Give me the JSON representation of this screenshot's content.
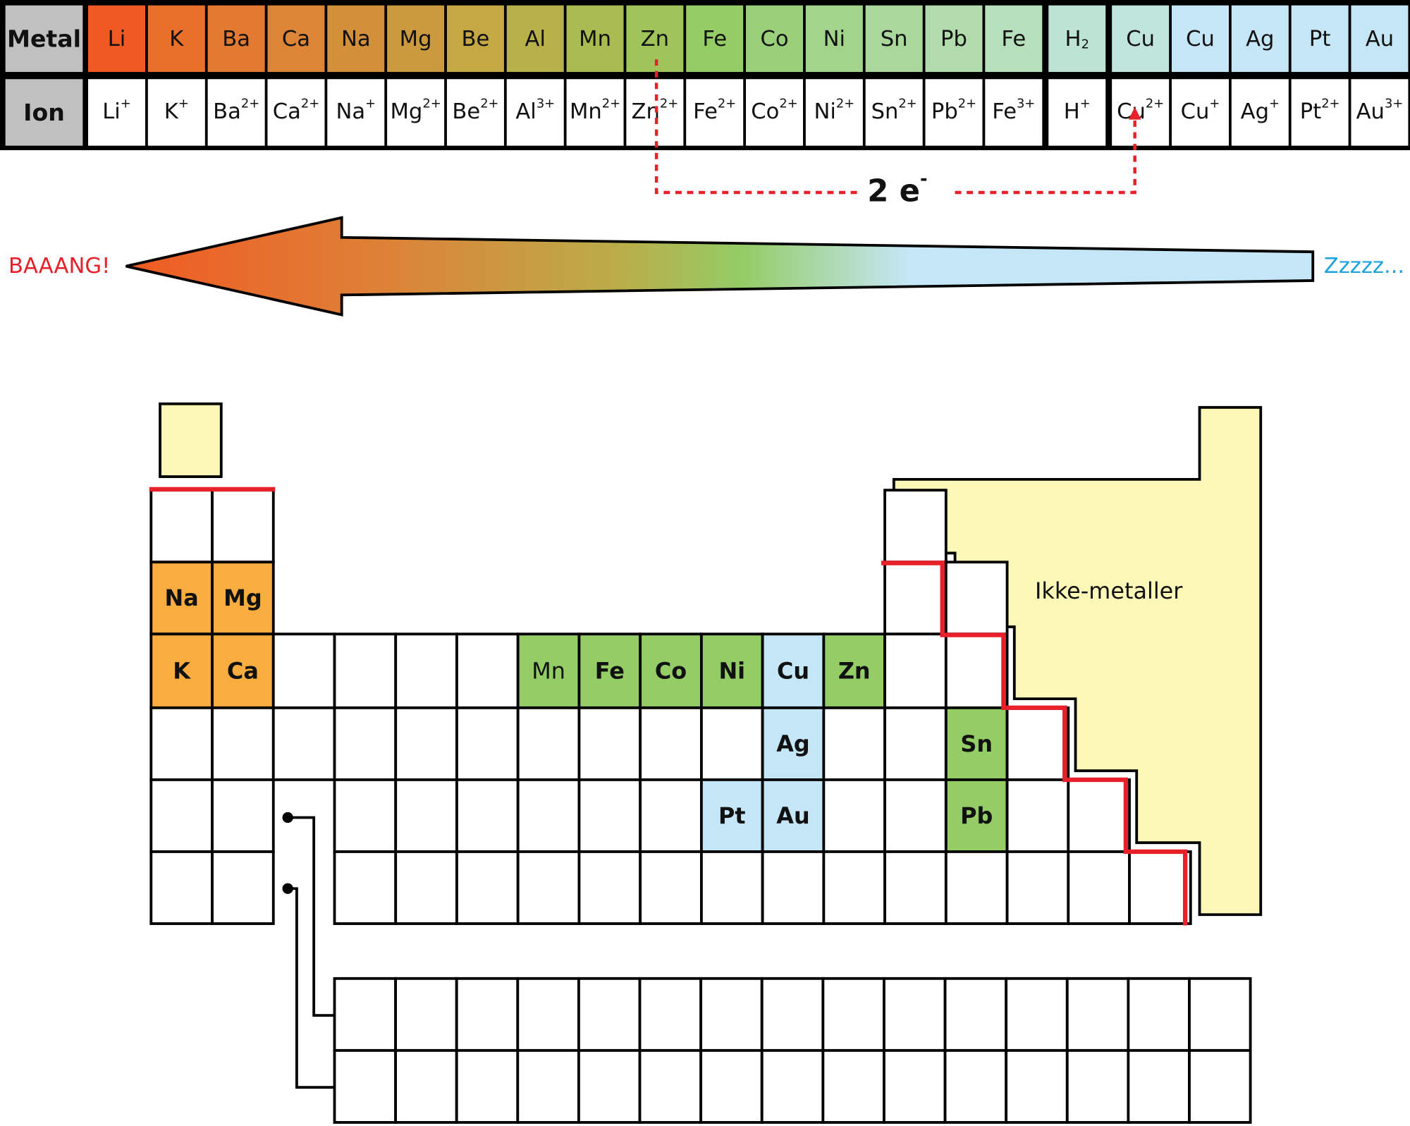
{
  "series_table": {
    "row_labels": {
      "metal": "Metal",
      "ion": "Ion"
    },
    "columns": [
      {
        "metal": "Li",
        "ion": "Li",
        "charge": "+",
        "color": "#f05a22"
      },
      {
        "metal": "K",
        "ion": "K",
        "charge": "+",
        "color": "#e8702b"
      },
      {
        "metal": "Ba",
        "ion": "Ba",
        "charge": "2+",
        "color": "#e27a31"
      },
      {
        "metal": "Ca",
        "ion": "Ca",
        "charge": "2+",
        "color": "#dc8536"
      },
      {
        "metal": "Na",
        "ion": "Na",
        "charge": "+",
        "color": "#d48f3a"
      },
      {
        "metal": "Mg",
        "ion": "Mg",
        "charge": "2+",
        "color": "#cc9a3e"
      },
      {
        "metal": "Be",
        "ion": "Be",
        "charge": "2+",
        "color": "#c3a843"
      },
      {
        "metal": "Al",
        "ion": "Al",
        "charge": "3+",
        "color": "#b8b04a"
      },
      {
        "metal": "Mn",
        "ion": "Mn",
        "charge": "2+",
        "color": "#aabb52"
      },
      {
        "metal": "Zn",
        "ion": "Zn",
        "charge": "2+",
        "color": "#a0c45a"
      },
      {
        "metal": "Fe",
        "ion": "Fe",
        "charge": "2+",
        "color": "#94cc66"
      },
      {
        "metal": "Co",
        "ion": "Co",
        "charge": "2+",
        "color": "#9ad07a"
      },
      {
        "metal": "Ni",
        "ion": "Ni",
        "charge": "2+",
        "color": "#a2d48c"
      },
      {
        "metal": "Sn",
        "ion": "Sn",
        "charge": "2+",
        "color": "#aad89c"
      },
      {
        "metal": "Pb",
        "ion": "Pb",
        "charge": "2+",
        "color": "#b1dbac"
      },
      {
        "metal": "Fe",
        "ion": "Fe",
        "charge": "3+",
        "color": "#b6dfbc",
        "group_break_after": true
      },
      {
        "metal": "H",
        "metal_subscript": "2",
        "ion": "H",
        "charge": "+",
        "color": "#bde3d4",
        "group_break_after": true
      },
      {
        "metal": "Cu",
        "ion": "Cu",
        "charge": "2+",
        "color": "#c0e5dc"
      },
      {
        "metal": "Cu",
        "ion": "Cu",
        "charge": "+",
        "color": "#c5e6f6"
      },
      {
        "metal": "Ag",
        "ion": "Ag",
        "charge": "+",
        "color": "#c5e6f6"
      },
      {
        "metal": "Pt",
        "ion": "Pt",
        "charge": "2+",
        "color": "#c5e6f6"
      },
      {
        "metal": "Au",
        "ion": "Au",
        "charge": "3+",
        "color": "#c5e6f6"
      }
    ],
    "label_color": "#c0c0c0"
  },
  "electron_transfer": {
    "from_metal": "Zn",
    "to_ion": "Cu2+",
    "label": "2 e",
    "label_superscript": "-",
    "line_color": "#e8202a"
  },
  "reactivity_arrow": {
    "left_label": "BAAANG!",
    "right_label": "Zzzzz...",
    "left_label_color": "#e8202a",
    "right_label_color": "#1aa3dc",
    "gradient": [
      "#f05a22",
      "#d98535",
      "#b8ad4a",
      "#94cc66",
      "#c5e6f6",
      "#c5e6f6"
    ]
  },
  "periodic_table": {
    "nonmetal_label": "Ikke-metaller",
    "nonmetal_color": "#fdf8b8",
    "alkali_color": "#f8ad3e",
    "transition_color": "#94cc66",
    "noble_color": "#c5e6f6",
    "boundary_color": "#e8202a",
    "highlighted": [
      {
        "symbol": "Na",
        "group": 1,
        "period": 3,
        "category": "alkali"
      },
      {
        "symbol": "Mg",
        "group": 2,
        "period": 3,
        "category": "alkali"
      },
      {
        "symbol": "K",
        "group": 1,
        "period": 4,
        "category": "alkali"
      },
      {
        "symbol": "Ca",
        "group": 2,
        "period": 4,
        "category": "alkali"
      },
      {
        "symbol": "Mn",
        "group": 7,
        "period": 4,
        "category": "transition",
        "light": true
      },
      {
        "symbol": "Fe",
        "group": 8,
        "period": 4,
        "category": "transition"
      },
      {
        "symbol": "Co",
        "group": 9,
        "period": 4,
        "category": "transition"
      },
      {
        "symbol": "Ni",
        "group": 10,
        "period": 4,
        "category": "transition"
      },
      {
        "symbol": "Cu",
        "group": 11,
        "period": 4,
        "category": "noble"
      },
      {
        "symbol": "Zn",
        "group": 12,
        "period": 4,
        "category": "transition"
      },
      {
        "symbol": "Ag",
        "group": 11,
        "period": 5,
        "category": "noble"
      },
      {
        "symbol": "Pt",
        "group": 10,
        "period": 6,
        "category": "noble"
      },
      {
        "symbol": "Au",
        "group": 11,
        "period": 6,
        "category": "noble"
      },
      {
        "symbol": "Sn",
        "group": 14,
        "period": 5,
        "category": "transition"
      },
      {
        "symbol": "Pb",
        "group": 14,
        "period": 6,
        "category": "transition"
      }
    ]
  }
}
